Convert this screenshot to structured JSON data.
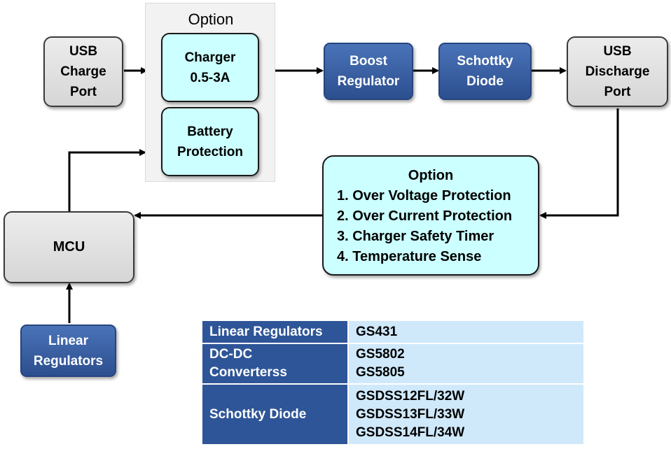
{
  "option_group": {
    "title": "Option",
    "charger": "Charger\n0.5-3A",
    "battery_protection": "Battery\nProtection"
  },
  "blocks": {
    "usb_charge_port": "USB\nCharge\nPort",
    "boost_regulator": "Boost\nRegulator",
    "schottky_diode": "Schottky\nDiode",
    "usb_discharge_port": "USB\nDischarge\nPort",
    "mcu": "MCU",
    "linear_regulators": "Linear\nRegulators"
  },
  "protection_options": {
    "title": "Option",
    "items": [
      "1. Over Voltage Protection",
      "2. Over Current Protection",
      "3. Charger Safety Timer",
      "4. Temperature Sense"
    ]
  },
  "parts_table": {
    "rows": [
      {
        "category": "Linear Regulators",
        "parts": "GS431"
      },
      {
        "category": "DC-DC\nConverterss",
        "parts": "GS5802\nGS5805"
      },
      {
        "category": "Schottky Diode",
        "parts": "GSDSS12FL/32W\nGSDSS13FL/33W\nGSDSS14FL/34W"
      }
    ]
  },
  "colors": {
    "gray_block": "#d9d9d9",
    "cyan_block": "#ccffff",
    "blue_block": "#2f5597",
    "table_header": "#2e5597",
    "table_cell": "#cfe9fb",
    "wire": "#000000"
  }
}
